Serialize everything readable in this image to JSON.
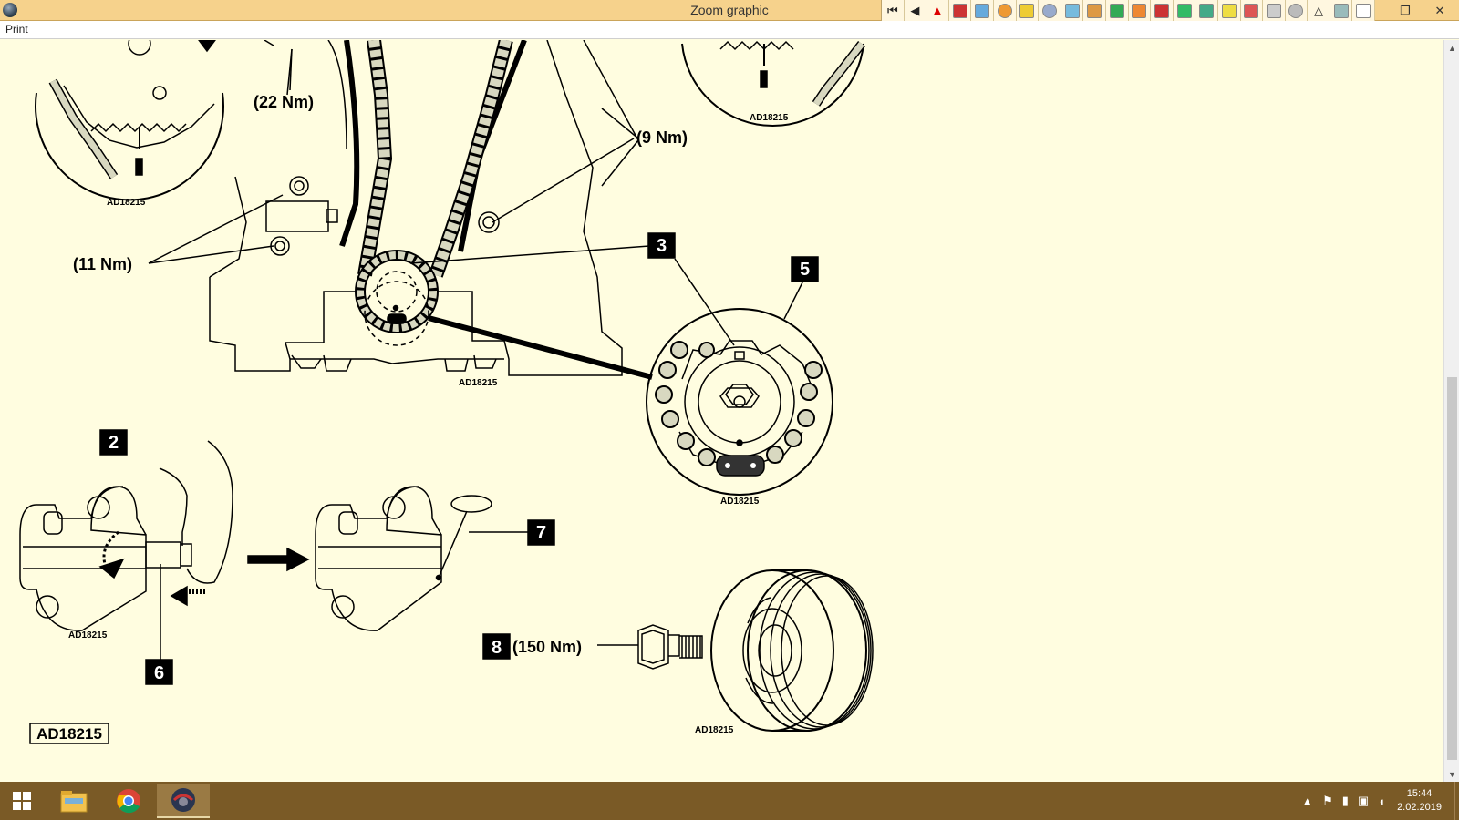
{
  "window": {
    "title": "Zoom graphic",
    "menu": [
      "Print"
    ],
    "toolbar_buttons": [
      "first-page-icon",
      "prev-page-icon",
      "warning-icon",
      "book-icon",
      "map-icon",
      "gear-icon",
      "tools-icon",
      "gauge-icon",
      "spanner-icon",
      "diagram-icon",
      "document-icon",
      "pencil-icon",
      "car-icon",
      "bus-icon",
      "engine-icon",
      "chart-icon",
      "person-icon",
      "document-icon",
      "user-icon",
      "triangle-icon",
      "vehicle-icon",
      "note-icon"
    ],
    "restore_label": "❐",
    "close_label": "✕"
  },
  "graphic": {
    "ref_code": "AD18215",
    "ref_code_boxed": "AD18215",
    "torques": {
      "t22": "(22 Nm)",
      "t9": "(9 Nm)",
      "t11": "(11 Nm)",
      "t150": "(150 Nm)"
    },
    "callouts": {
      "c2": "2",
      "c3": "3",
      "c5": "5",
      "c6": "6",
      "c7": "7",
      "c8": "8"
    }
  },
  "taskbar": {
    "apps": [
      "windows-explorer-icon",
      "chrome-icon",
      "workshop-app-icon"
    ],
    "time": "15:44",
    "date": "2.02.2019"
  },
  "colors": {
    "background": "#fffde0",
    "titlebar": "#f6d28c",
    "taskbar": "#7a5a26",
    "line": "#000000",
    "chain_link": "#d8d8c0"
  }
}
